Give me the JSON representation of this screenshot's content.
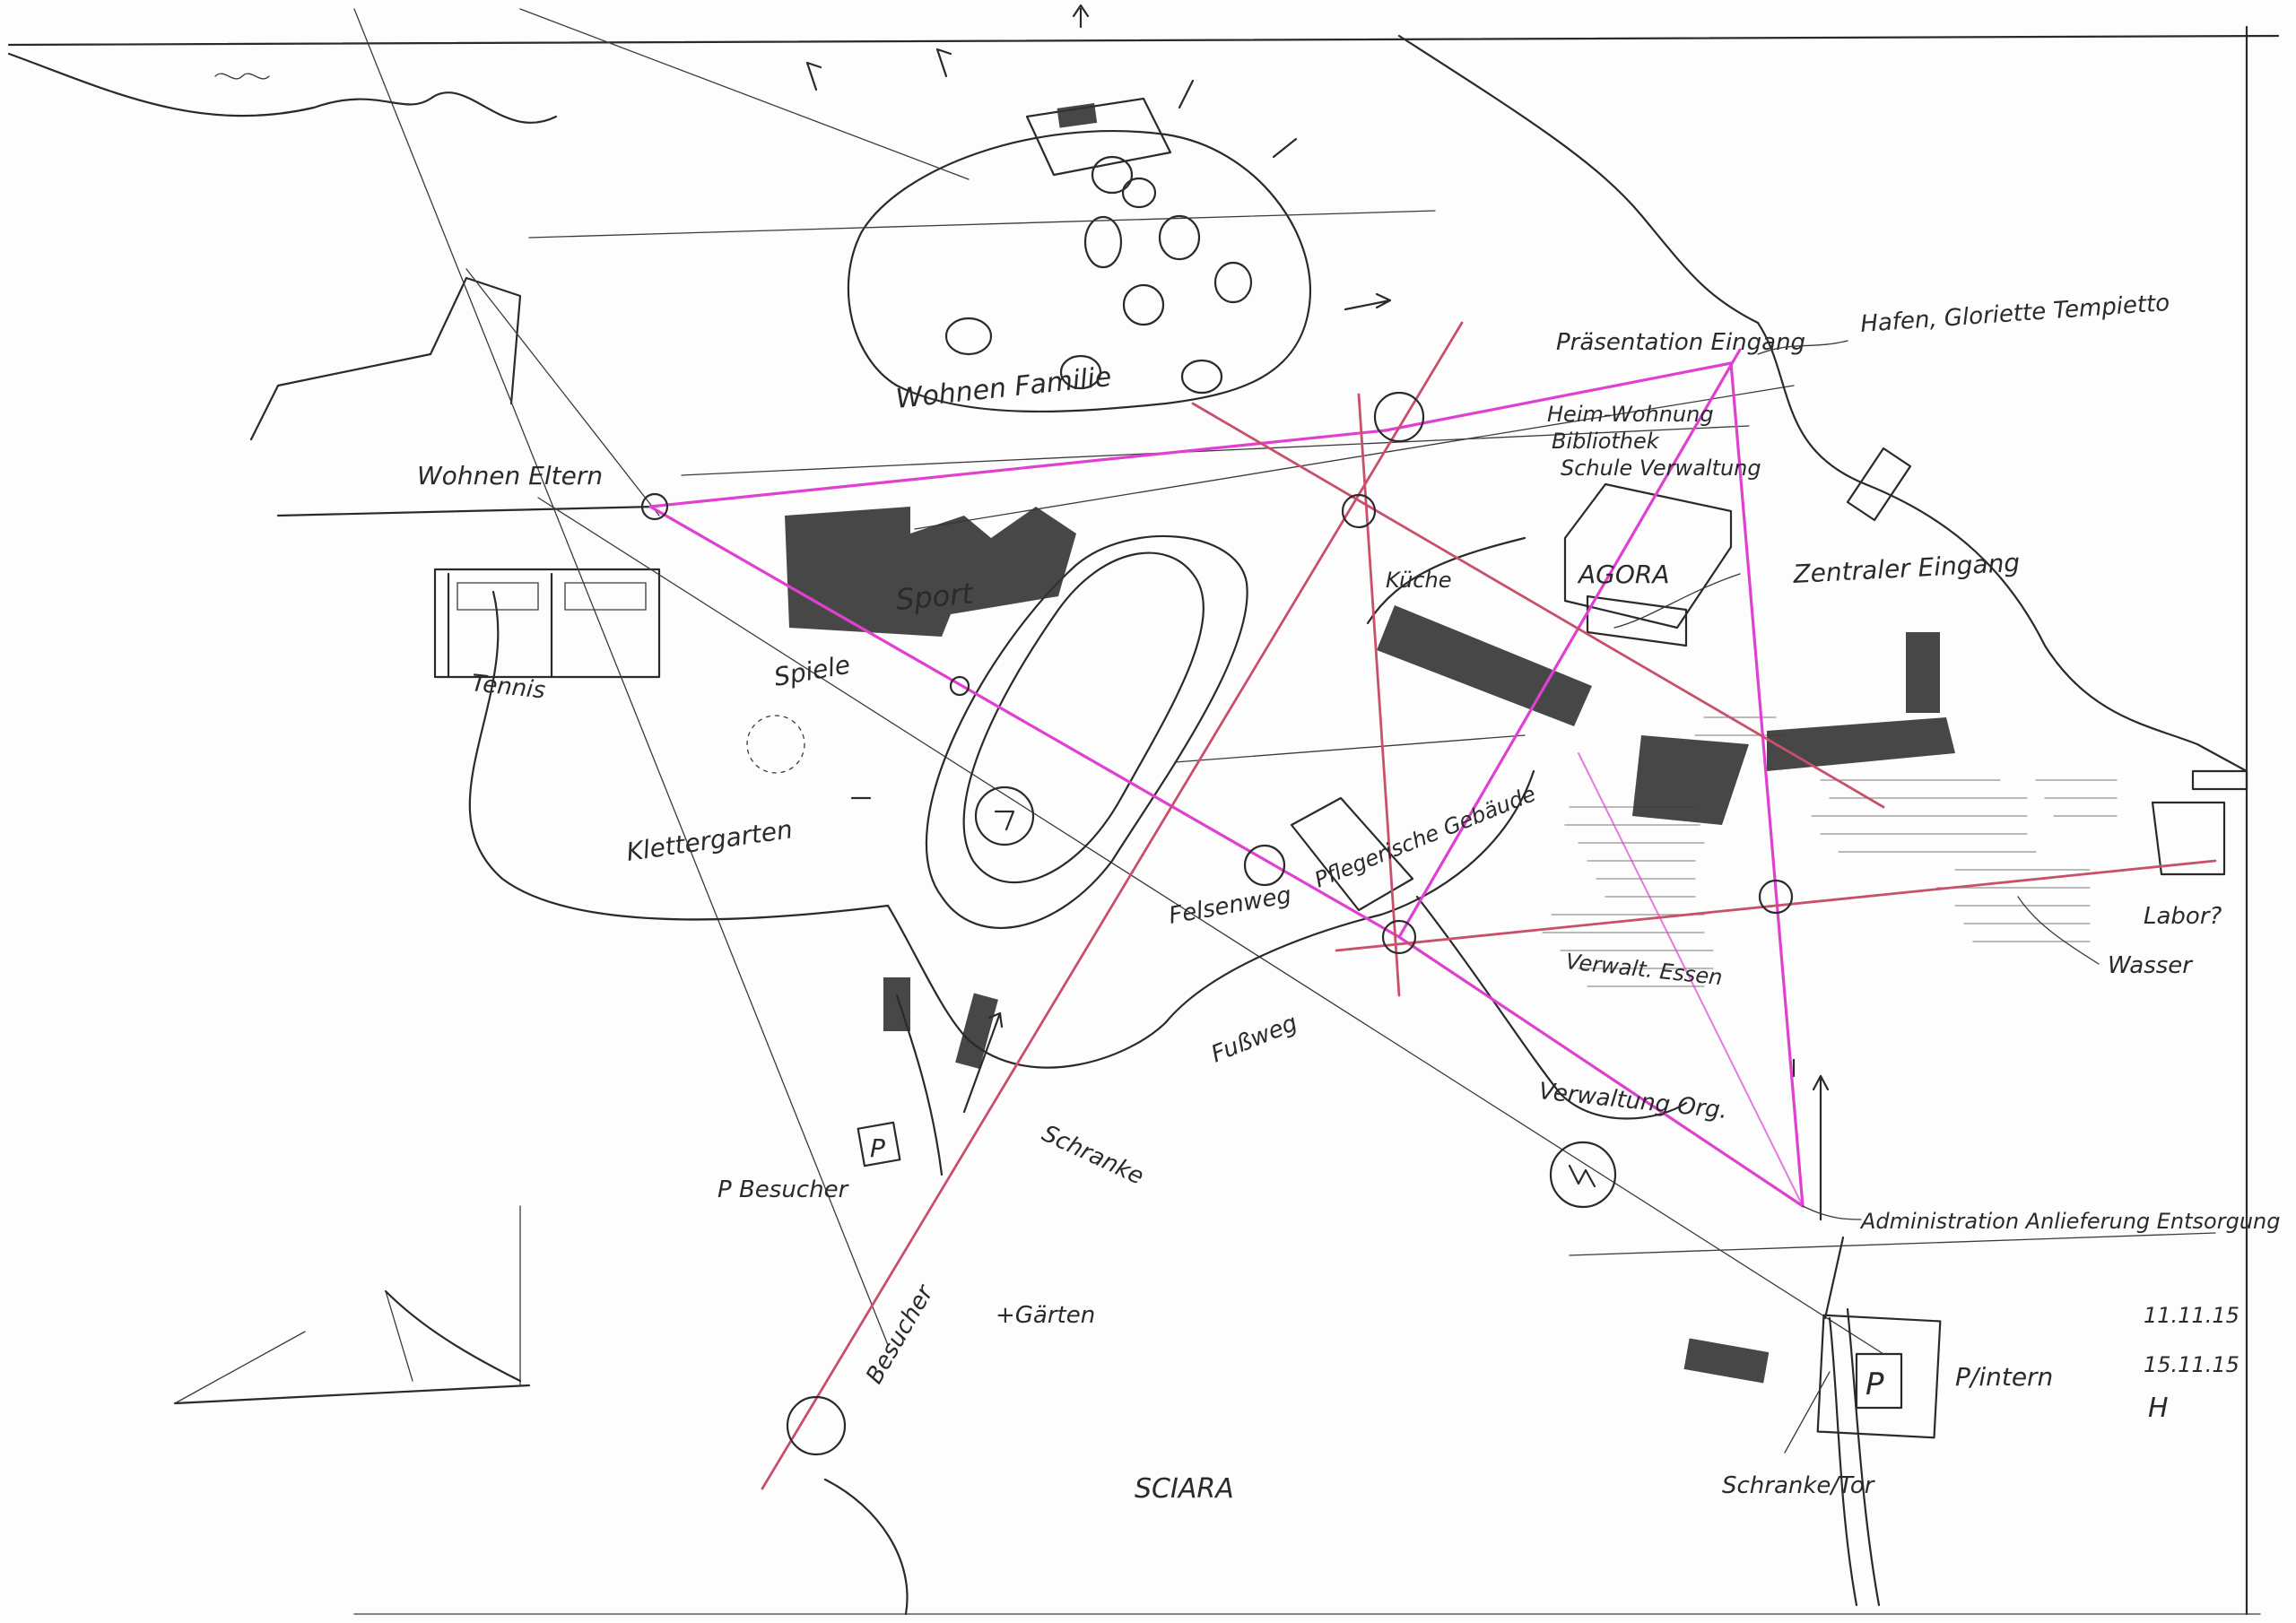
{
  "sheet": {
    "accent_pink": "#e040d0",
    "accent_red": "#c8506a",
    "ink": "#2a2a2a"
  },
  "labels": {
    "wohnen_familie": "Wohnen Familie",
    "wohnen_eltern": "Wohnen Eltern",
    "sport": "Sport",
    "tennis": "Tennis",
    "spiele": "Spiele",
    "klettergarten": "Klettergarten",
    "pflegerische_gebaeude": "Pflegerische Gebäude",
    "felsenweg": "Felsenweg",
    "fussweg": "Fußweg",
    "p_besucher": "P Besucher",
    "schranke": "Schranke",
    "besucher": "Besucher",
    "gaerten": "+Gärten",
    "sciara": "SCIARA",
    "praesentation_eingang": "Präsentation Eingang",
    "heim_wohnung": "Heim-Wohnung",
    "bibliothek": "Bibliothek",
    "schule_verwaltung": "Schule Verwaltung",
    "hafen_tempietto": "Hafen, Gloriette Tempietto",
    "agora": "AGORA",
    "zentraler_eingang": "Zentraler Eingang",
    "kueche": "Küche",
    "verwalt_essen": "Verwalt. Essen",
    "verwaltung_org": "Verwaltung Org.",
    "administration": "Administration Anlieferung Entsorgung",
    "p_intern": "P/intern",
    "schranke_tor": "Schranke/Tor",
    "labor": "Labor?",
    "wasser": "Wasser",
    "symbol_p_besucher": "P",
    "symbol_p_intern": "P",
    "date_1": "11.11.15",
    "date_2": "15.11.15",
    "initials": "H"
  },
  "icons": [
    "north-arrow-icon",
    "parking-icon",
    "circle-marker-icon",
    "hatched-building-icon"
  ]
}
